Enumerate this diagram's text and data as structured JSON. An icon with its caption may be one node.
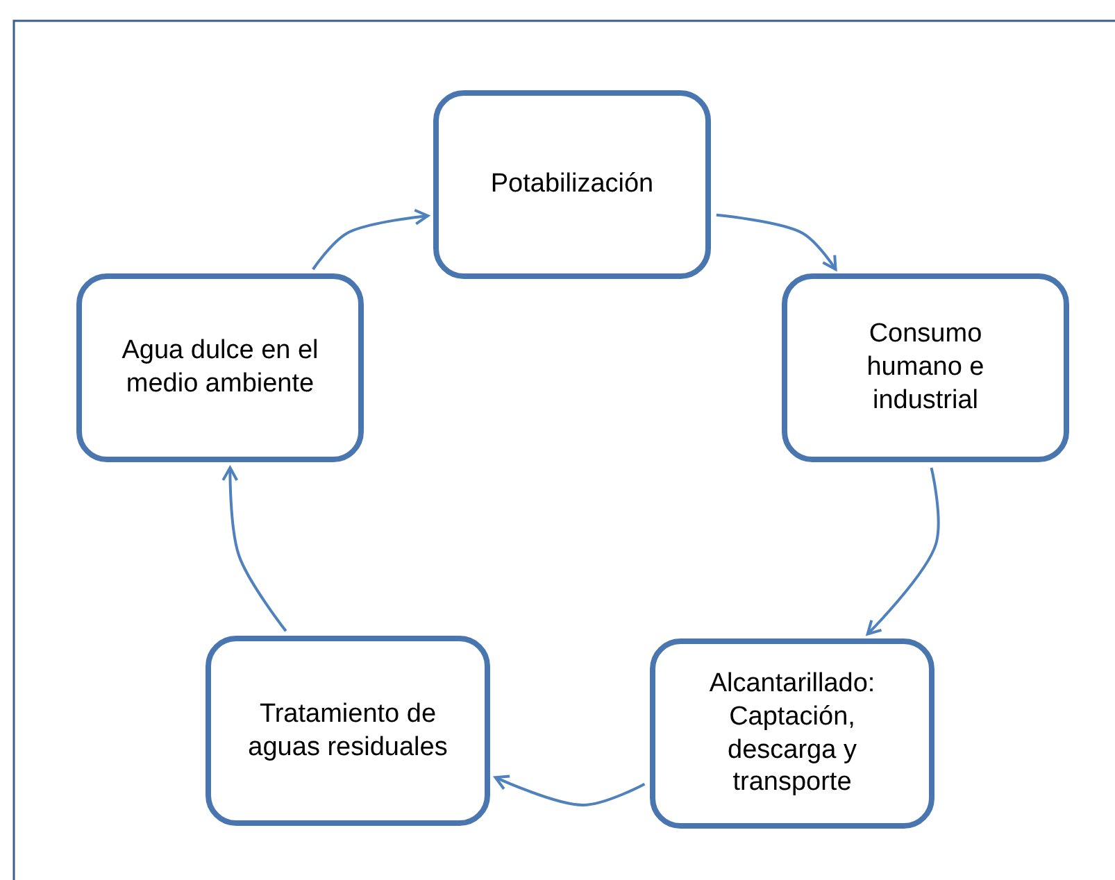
{
  "diagram": {
    "nodes": [
      {
        "text": [
          "Potabilización"
        ]
      },
      {
        "text": [
          "Consumo humano e industrial"
        ]
      },
      {
        "text": [
          "Alcantarillado: Captación, descarga y transporte"
        ]
      },
      {
        "text": [
          "Tratamiento de aguas residuales"
        ]
      },
      {
        "text": [
          "Agua dulce en el medio ambiente"
        ]
      }
    ],
    "edges": [
      {
        "from": 0,
        "to": 1,
        "arrow": "to"
      },
      {
        "from": 1,
        "to": 2,
        "arrow": "to"
      },
      {
        "from": 2,
        "to": 3,
        "arrow": "to"
      },
      {
        "from": 3,
        "to": 4,
        "arrow": "to"
      },
      {
        "from": 4,
        "to": 0,
        "arrow": "to"
      }
    ]
  }
}
